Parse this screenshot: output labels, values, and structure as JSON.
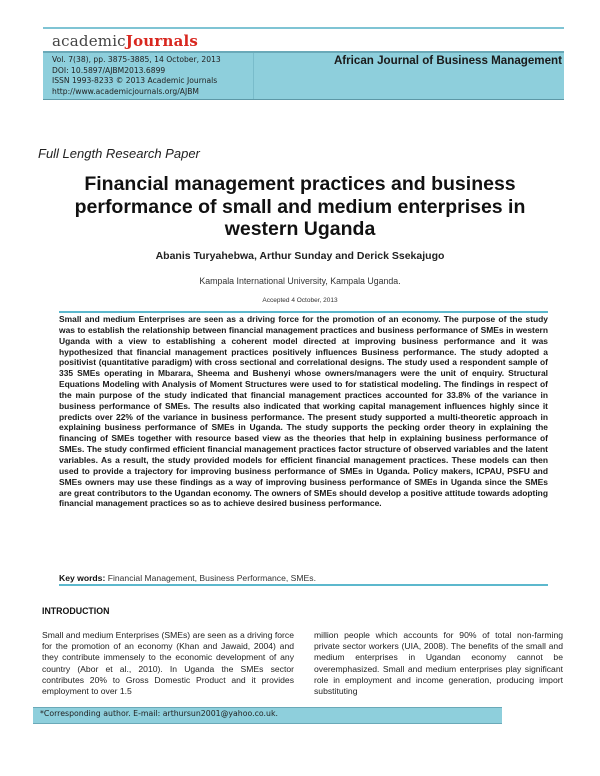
{
  "header": {
    "publisher_logo": {
      "part1": "academic",
      "part2": "Journals"
    },
    "meta_lines": [
      "Vol. 7(38), pp. 3875-3885, 14 October, 2013",
      "DOI: 10.5897/AJBM2013.6899",
      "ISSN 1993-8233 © 2013 Academic Journals",
      "http://www.academicjournals.org/AJBM"
    ],
    "journal_name": "African Journal of Business Management",
    "colors": {
      "band": "#8ecfdc",
      "logo_accent": "#d8271f",
      "rule": "#5cb8cd"
    }
  },
  "paper": {
    "type": "Full Length Research Paper",
    "title": "Financial management practices and business performance of small and medium enterprises in western Uganda",
    "authors": "Abanis Turyahebwa, Arthur Sunday and Derick Ssekajugo",
    "affiliation": "Kampala International University, Kampala Uganda.",
    "accepted": "Accepted 4 October, 2013"
  },
  "abstract": {
    "text": "Small and medium Enterprises are seen as a driving force for the promotion of an economy. The purpose of the study was to establish the relationship between financial management practices and business performance of SMEs in western Uganda with a view to establishing a coherent model directed at improving business performance and it was hypothesized that financial management practices positively influences Business performance. The study adopted a positivist (quantitative paradigm) with cross sectional and correlational designs.  The study used a respondent sample of 335 SMEs operating in Mbarara, Sheema and Bushenyi whose owners/managers were the unit of enquiry. Structural Equations Modeling with Analysis of Moment Structures were used to for statistical modeling. The findings in respect of the main purpose of the study indicated that financial management practices accounted for 33.8% of the variance in business performance of SMEs. The results also indicated that working capital management influences highly since it predicts over 22% of the variance in business performance.  The present study supported a multi-theoretic approach in explaining business performance of SMEs in Uganda. The study supports the pecking order theory in explaining the financing of SMEs together with resource based view as the theories that help in explaining business performance of SMEs. The study confirmed efficient financial management practices factor structure of observed variables and the latent variables. As a result, the study provided models for efficient financial management practices. These models can then used to provide a trajectory for improving business performance of SMEs in Uganda.  Policy makers, ICPAU, PSFU and SMEs owners may use these findings as a way of improving business performance of SMEs in Uganda since the SMEs are great contributors to the Ugandan economy.  The owners of SMEs should develop a positive attitude towards adopting financial management practices so as to achieve desired business performance.",
    "keywords_label": "Key words:",
    "keywords": "Financial Management, Business Performance, SMEs."
  },
  "introduction": {
    "heading": "INTRODUCTION",
    "left_column": "Small and medium Enterprises (SMEs) are seen as a driving force for the promotion of an economy (Khan and Jawaid, 2004) and they contribute immensely to the economic development of any country (Abor et al., 2010). In Uganda the SMEs sector contributes 20% to Gross Domestic Product and it provides employment to over 1.5",
    "right_column": "million people which accounts for 90% of total non-farming private sector workers (UIA, 2008). The benefits of the small and medium enterprises in Ugandan economy cannot be overemphasized. Small and medium enterprises play significant role in employment and income generation, producing import substituting"
  },
  "footer": {
    "corresponding_author": "*Corresponding author.  E-mail: arthursun2001@yahoo.co.uk."
  }
}
